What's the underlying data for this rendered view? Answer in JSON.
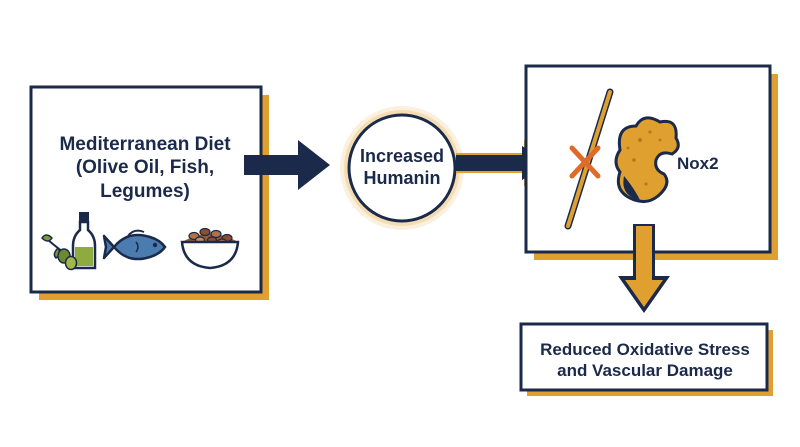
{
  "colors": {
    "navy": "#1b2a4a",
    "orange": "#e0a030",
    "halo": "#f4d8a8",
    "red_x": "#e06a2a",
    "olive_green": "#7f9a3a",
    "fish_blue": "#4a7cb0",
    "bean_brown": "#9a5a3a"
  },
  "boxes": {
    "diet": {
      "lines": [
        "Mediterranean Diet",
        "(Olive Oil, Fish,",
        "Legumes)"
      ],
      "icons": [
        "olive-oil-bottle-icon",
        "olives-icon",
        "fish-icon",
        "legumes-bowl-icon"
      ]
    },
    "humanin": {
      "lines": [
        "Increased",
        "Humanin"
      ]
    },
    "nox2": {
      "label": "Nox2",
      "icons": [
        "nox2-enzyme-icon",
        "inhibition-x-icon"
      ]
    },
    "outcome": {
      "lines": [
        "Reduced Oxidative Stress",
        "and Vascular Damage"
      ]
    }
  }
}
